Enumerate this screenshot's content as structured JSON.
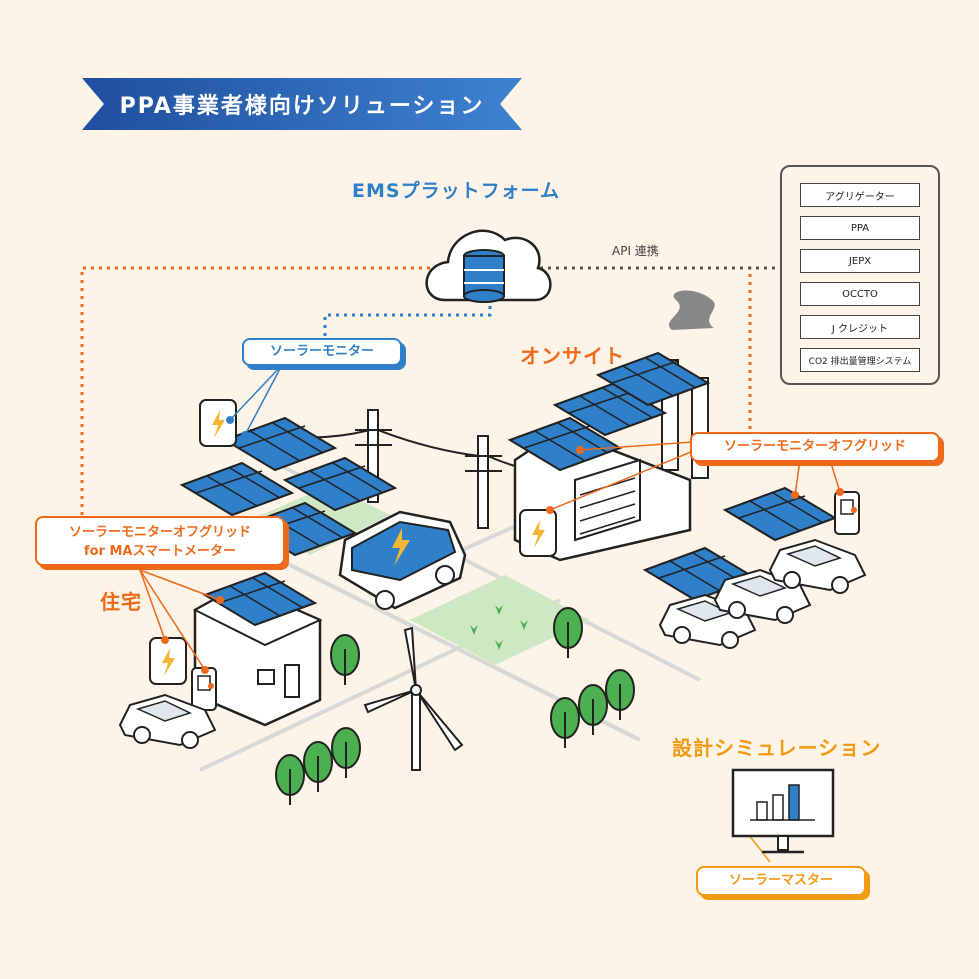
{
  "banner": {
    "title": "PPA事業者様向けソリューション"
  },
  "ems": {
    "title": "EMSプラットフォーム",
    "api_label": "API 連携"
  },
  "systems": [
    "アグリゲーター",
    "PPA",
    "JEPX",
    "OCCTO",
    "J クレジット",
    "CO2 排出量管理システム"
  ],
  "labels": {
    "solar_monitor": "ソーラーモニター",
    "onsite": "オンサイト",
    "offgrid_onsite": "ソーラーモニターオフグリッド",
    "offgrid_home_line1": "ソーラーモニターオフグリッド",
    "offgrid_home_line2": "for MAスマートメーター",
    "residential": "住宅",
    "design_sim": "設計シミュレーション",
    "solar_master": "ソーラーマスター"
  },
  "colors": {
    "blue": "#2f7fc9",
    "orange": "#ee6a1a",
    "amber": "#f29a12",
    "background": "#fdf3e6"
  }
}
